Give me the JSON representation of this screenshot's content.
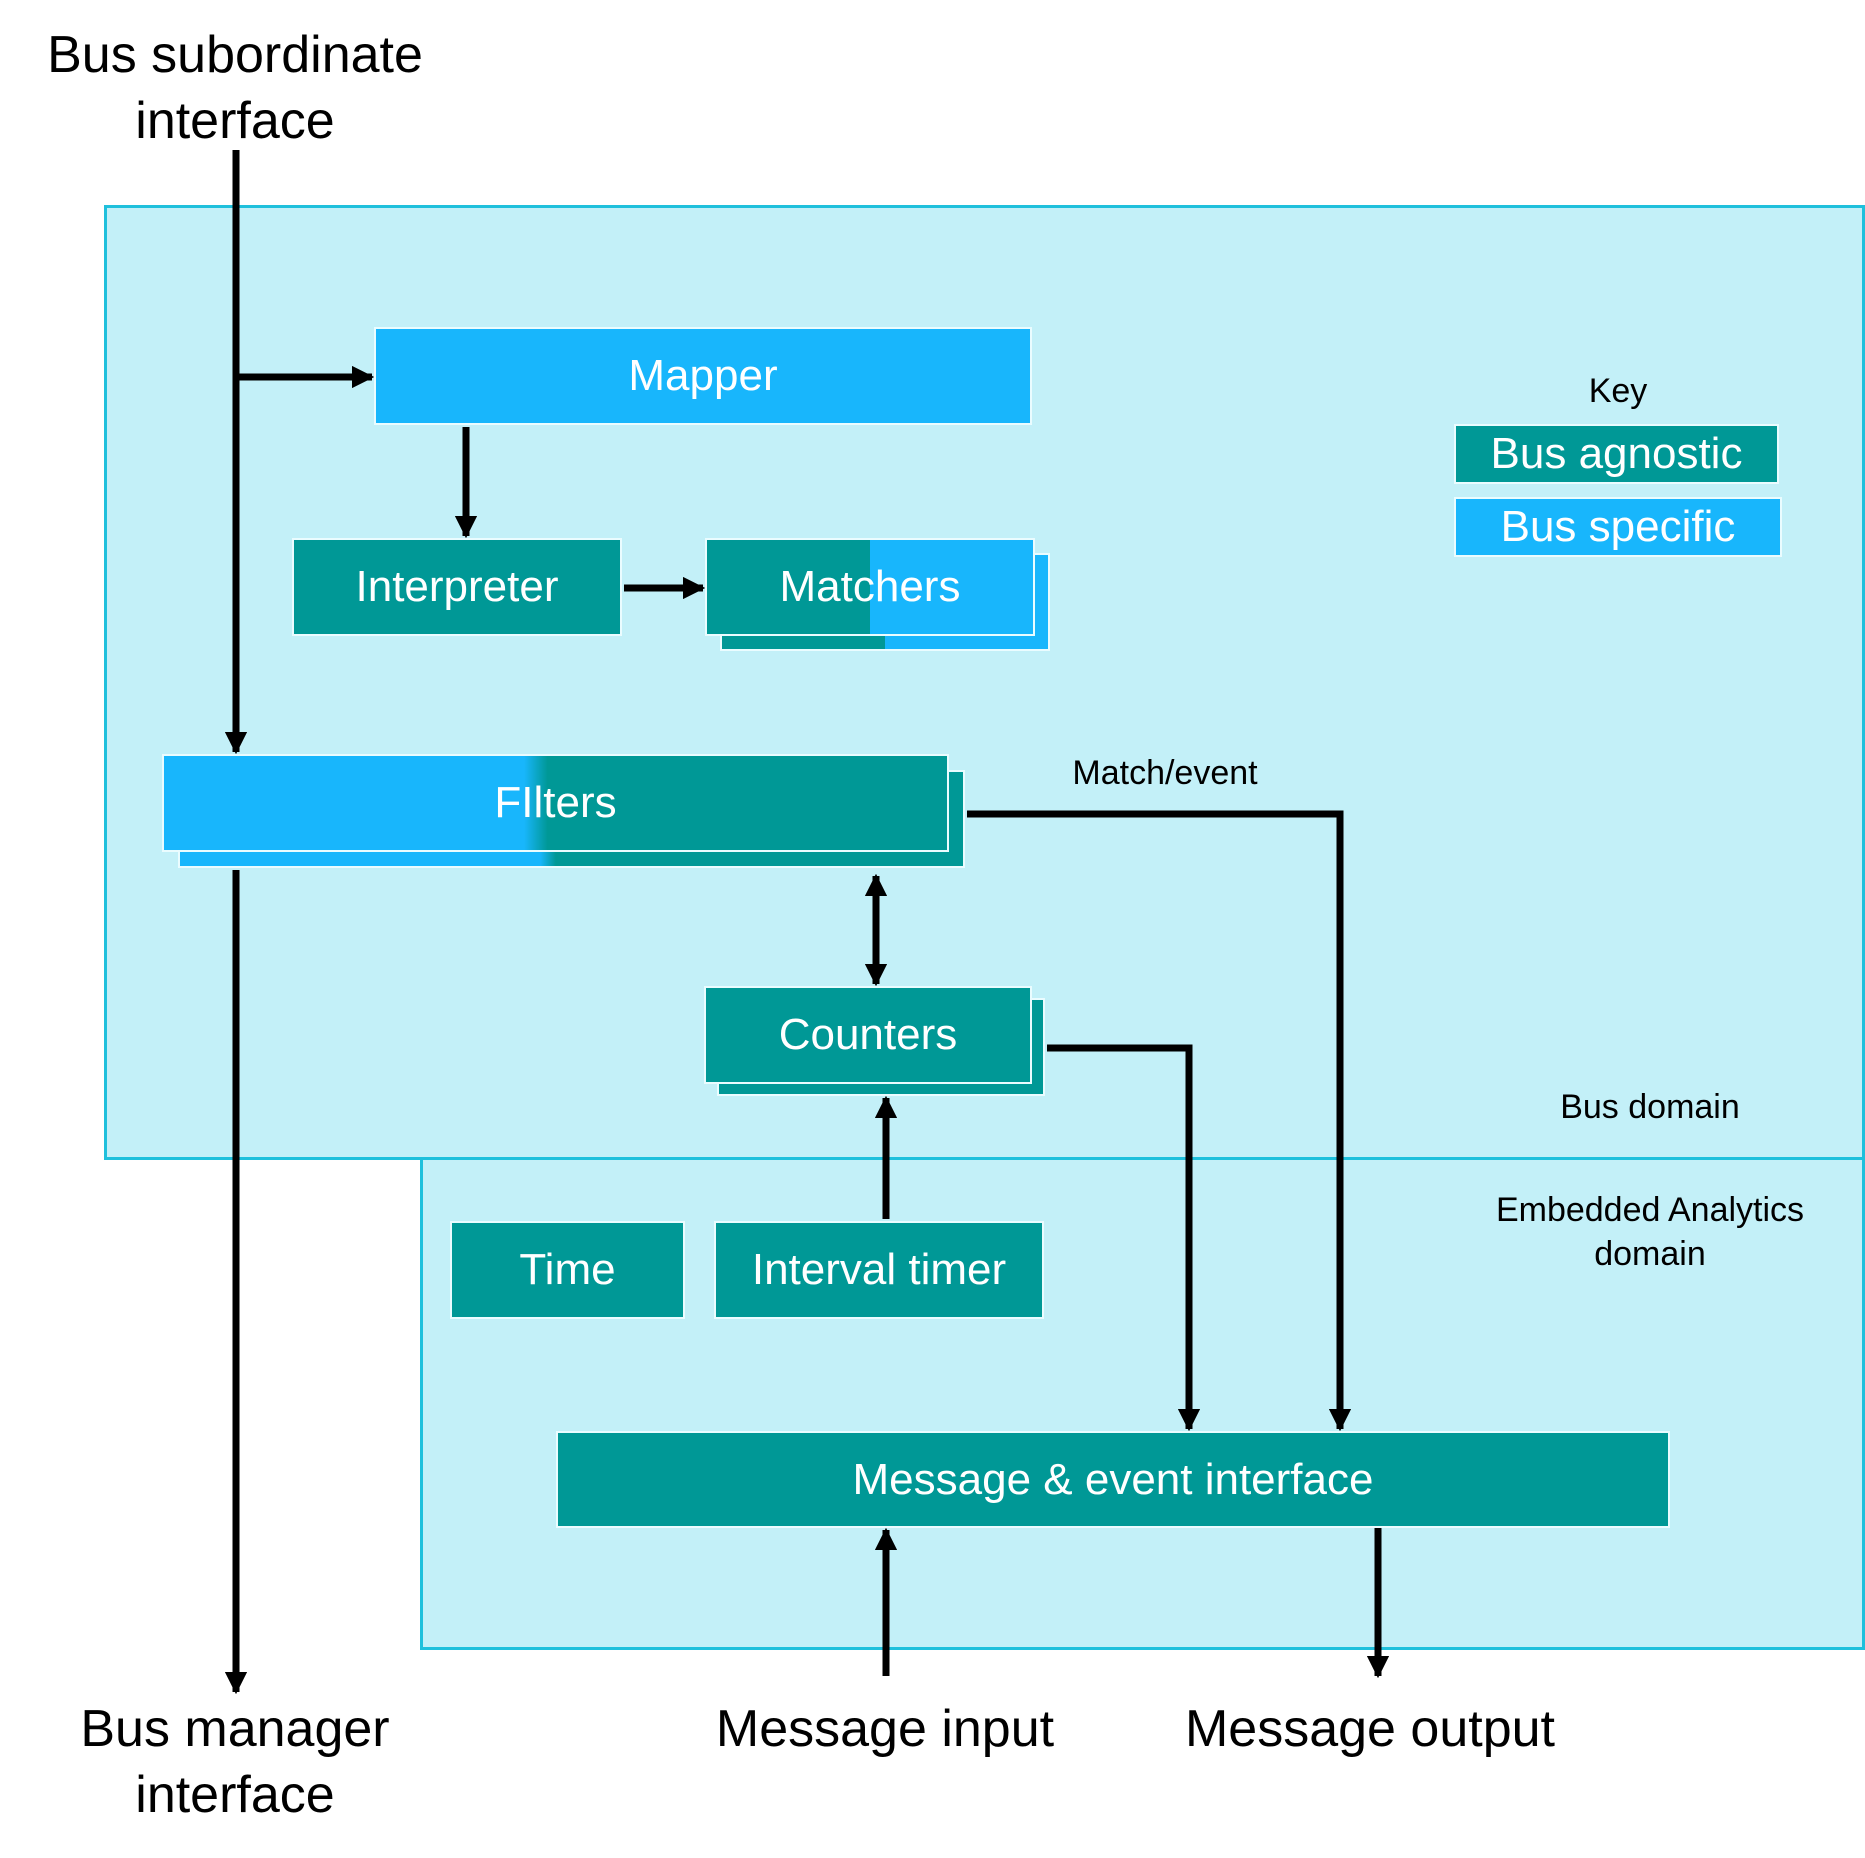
{
  "external": {
    "bus_subordinate": "Bus subordinate\ninterface",
    "bus_manager": "Bus manager\ninterface",
    "message_input": "Message input",
    "message_output": "Message output"
  },
  "domains": {
    "bus_domain": "Bus domain",
    "embedded_domain": "Embedded Analytics\ndomain"
  },
  "blocks": {
    "mapper": "Mapper",
    "interpreter": "Interpreter",
    "matchers": "Matchers",
    "filters": "FIlters",
    "counters": "Counters",
    "time": "Time",
    "interval_timer": "Interval timer",
    "message_event": "Message & event interface"
  },
  "labels": {
    "match_event": "Match/event"
  },
  "key": {
    "title": "Key",
    "agnostic": "Bus agnostic",
    "specific": "Bus specific"
  },
  "colors": {
    "bus_agnostic": "#009896",
    "bus_specific": "#18b6fc",
    "domain_fill": "#c3f0f8",
    "domain_border": "#1fc0dc"
  }
}
